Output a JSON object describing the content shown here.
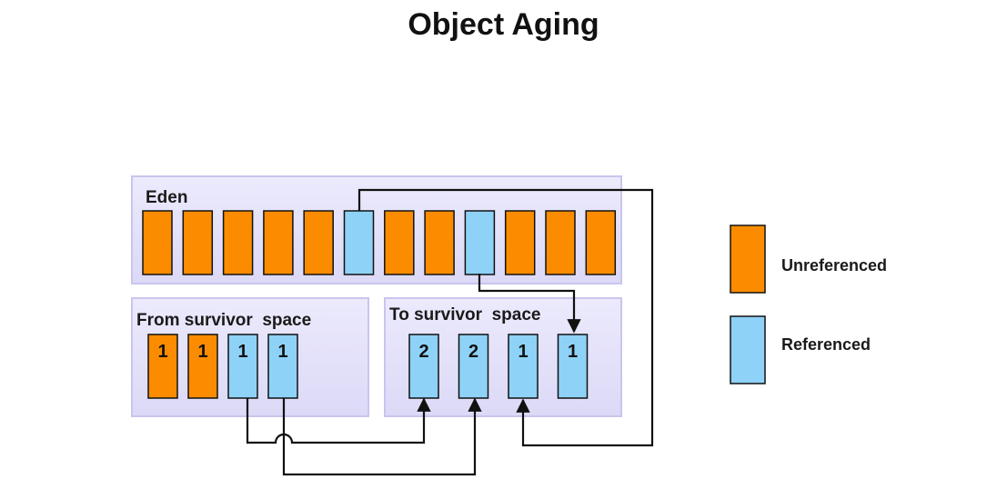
{
  "title": "Object Aging",
  "colors": {
    "unreferenced": "#fb8c00",
    "referenced": "#8fd2f8",
    "region": "#e6e4fa",
    "outline": "#111111"
  },
  "eden": {
    "label": "Eden",
    "objects": [
      "unreferenced",
      "unreferenced",
      "unreferenced",
      "unreferenced",
      "unreferenced",
      "referenced",
      "unreferenced",
      "unreferenced",
      "referenced",
      "unreferenced",
      "unreferenced",
      "unreferenced"
    ]
  },
  "from_survivor": {
    "label": "From survivor  space",
    "objects": [
      {
        "kind": "unreferenced",
        "age": "1"
      },
      {
        "kind": "unreferenced",
        "age": "1"
      },
      {
        "kind": "referenced",
        "age": "1"
      },
      {
        "kind": "referenced",
        "age": "1"
      }
    ]
  },
  "to_survivor": {
    "label": "To survivor  space",
    "objects": [
      {
        "kind": "referenced",
        "age": "2"
      },
      {
        "kind": "referenced",
        "age": "2"
      },
      {
        "kind": "referenced",
        "age": "1"
      },
      {
        "kind": "referenced",
        "age": "1"
      }
    ]
  },
  "legend": {
    "unreferenced": "Unreferenced",
    "referenced": "Referenced"
  }
}
